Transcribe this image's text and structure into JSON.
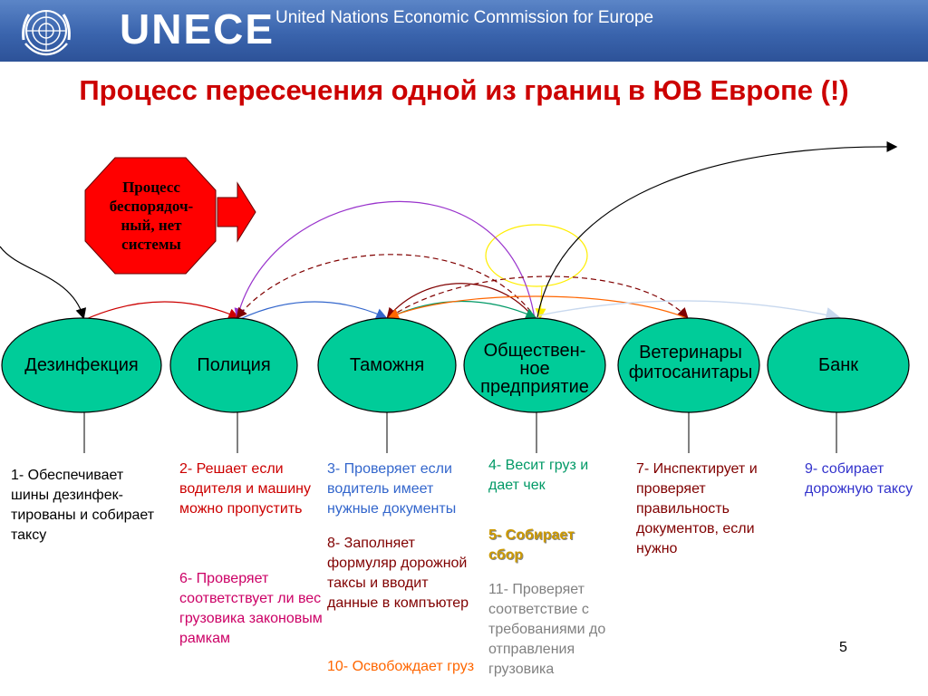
{
  "header": {
    "org_short": "UNECE",
    "org_full": "United Nations Economic Commission for Europe",
    "emblem_icon": "un-emblem-icon"
  },
  "title": "Процесс пересечения одной из границ в ЮВ Европе (!)",
  "stop_sign": {
    "text_lines": [
      "Процесс",
      "беспорядоч-",
      "ный, нет",
      "системы"
    ],
    "fill": "#ff0000",
    "arrow_fill": "#ff0000"
  },
  "nodes": [
    {
      "id": "disinfection",
      "label_lines": [
        "Дезинфекция"
      ]
    },
    {
      "id": "police",
      "label_lines": [
        "Полиция"
      ]
    },
    {
      "id": "customs",
      "label_lines": [
        "Таможня"
      ]
    },
    {
      "id": "public-enterprise",
      "label_lines": [
        "Обществен-",
        "ное",
        "предприятие"
      ]
    },
    {
      "id": "veterinary",
      "label_lines": [
        "Ветеринары",
        "фитосанитары"
      ]
    },
    {
      "id": "bank",
      "label_lines": [
        "Банк"
      ]
    }
  ],
  "node_fill": "#00cc99",
  "descriptions": [
    {
      "id": "d1",
      "text": "1- Обеспечивает шины дезинфек-тированы и собирает таксу",
      "color": "#000000"
    },
    {
      "id": "d2",
      "text": "2- Решает если водителя и машину можно пропустить",
      "color": "#cc0000"
    },
    {
      "id": "d6",
      "text": "6- Проверяет соответствует ли вес грузовика законовым рамкам",
      "color": "#cc0066"
    },
    {
      "id": "d3",
      "text": "3- Проверяет если водитель имеет нужные документы",
      "color": "#3366cc"
    },
    {
      "id": "d8",
      "text": "8- Заполняет формуляр дорожной таксы и вводит данные в компъютер",
      "color": "#800000"
    },
    {
      "id": "d10",
      "text": "10- Освобождает груз",
      "color": "#ff6600"
    },
    {
      "id": "d4",
      "text": "4- Весит груз и дает чек",
      "color": "#009966"
    },
    {
      "id": "d5",
      "text": "5- Собирает сбор",
      "color": "#cc9900"
    },
    {
      "id": "d11",
      "text": "11- Проверяет соответствие с требованиями до отправления грузовика",
      "color": "#808080"
    },
    {
      "id": "d7",
      "text": "7- Инспектирует и проверяет правильность документов, если нужно",
      "color": "#800000"
    },
    {
      "id": "d9",
      "text": "9- собирает дорожную таксу",
      "color": "#3333cc"
    }
  ],
  "page_number": "5"
}
